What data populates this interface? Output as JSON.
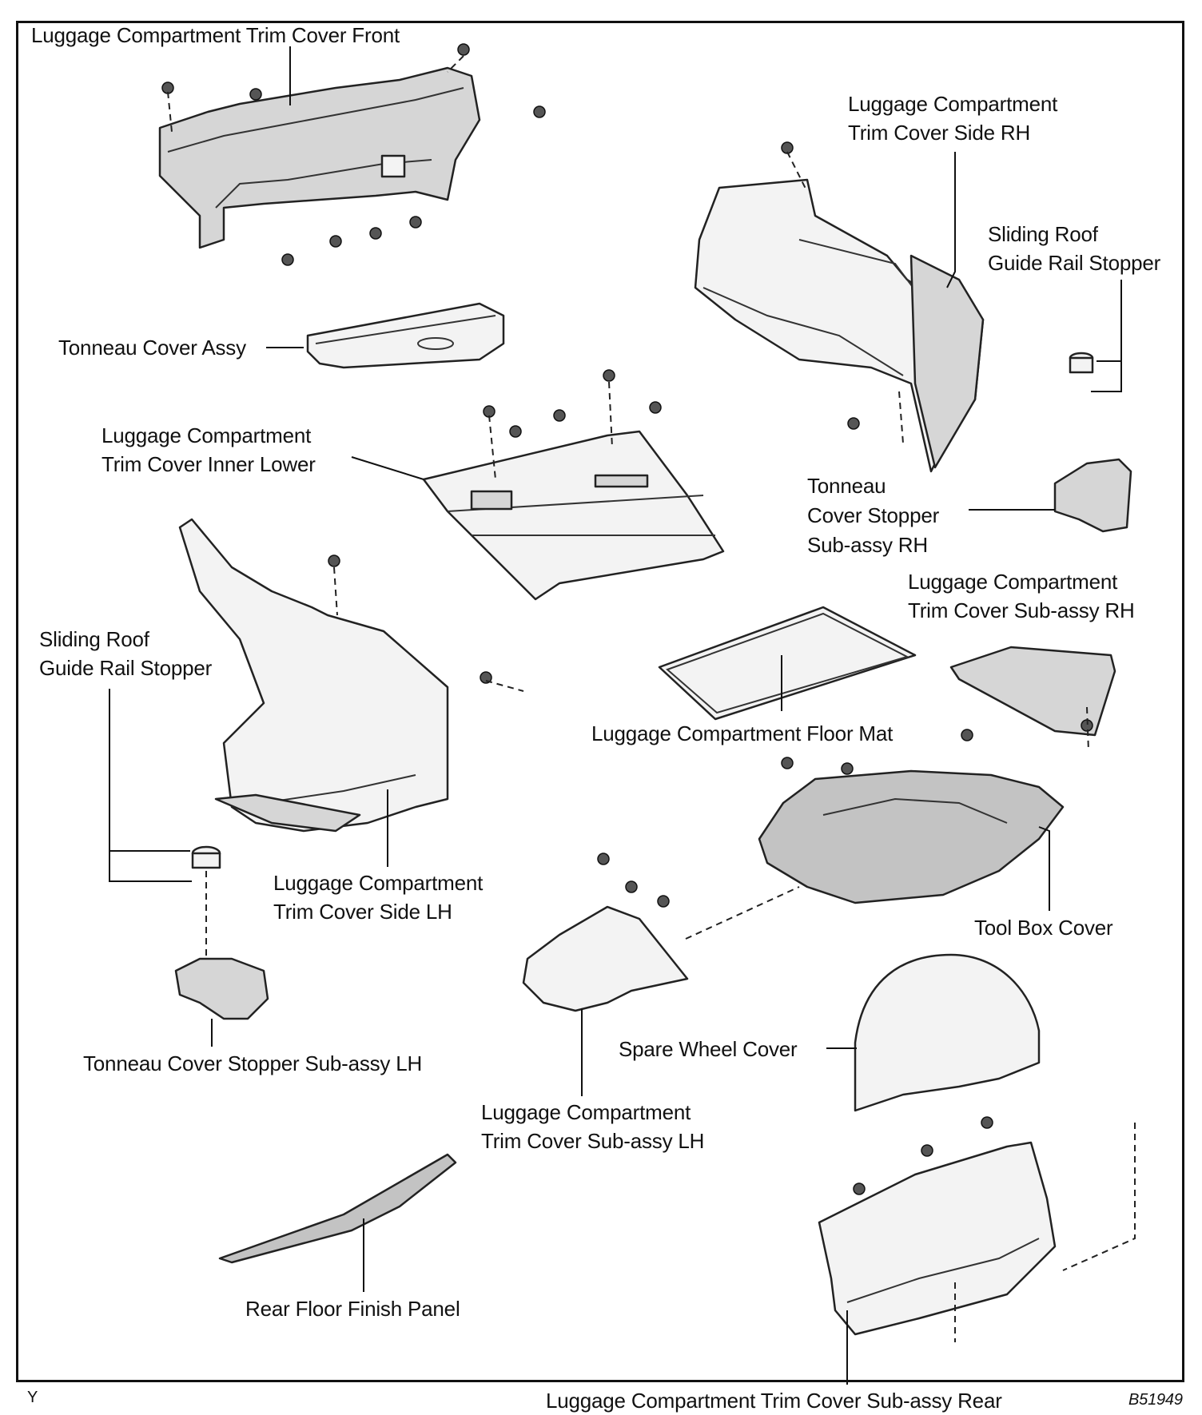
{
  "labels": {
    "trim_front": "Luggage Compartment Trim Cover Front",
    "trim_side_rh_1": "Luggage Compartment",
    "trim_side_rh_2": "Trim Cover Side RH",
    "roof_stopper_rh_1": "Sliding Roof",
    "roof_stopper_rh_2": "Guide Rail Stopper",
    "tonneau_assy": "Tonneau Cover Assy",
    "inner_lower_1": "Luggage Compartment",
    "inner_lower_2": "Trim Cover Inner Lower",
    "tonneau_stopper_rh_1": "Tonneau",
    "tonneau_stopper_rh_2": "Cover Stopper",
    "tonneau_stopper_rh_3": "Sub-assy RH",
    "subassy_rh_1": "Luggage Compartment",
    "subassy_rh_2": "Trim Cover Sub-assy RH",
    "roof_stopper_lh_1": "Sliding Roof",
    "roof_stopper_lh_2": "Guide Rail Stopper",
    "floor_mat": "Luggage Compartment Floor Mat",
    "side_lh_1": "Luggage Compartment",
    "side_lh_2": "Trim Cover Side LH",
    "tool_box": "Tool Box Cover",
    "tonneau_stopper_lh": "Tonneau Cover Stopper Sub-assy LH",
    "spare_wheel": "Spare Wheel Cover",
    "subassy_lh_1": "Luggage  Compartment",
    "subassy_lh_2": "Trim Cover Sub-assy LH",
    "rear_floor": "Rear Floor Finish Panel",
    "subassy_rear": "Luggage Compartment Trim Cover Sub-assy Rear",
    "corner_left": "Y",
    "figure_code": "B51949"
  }
}
